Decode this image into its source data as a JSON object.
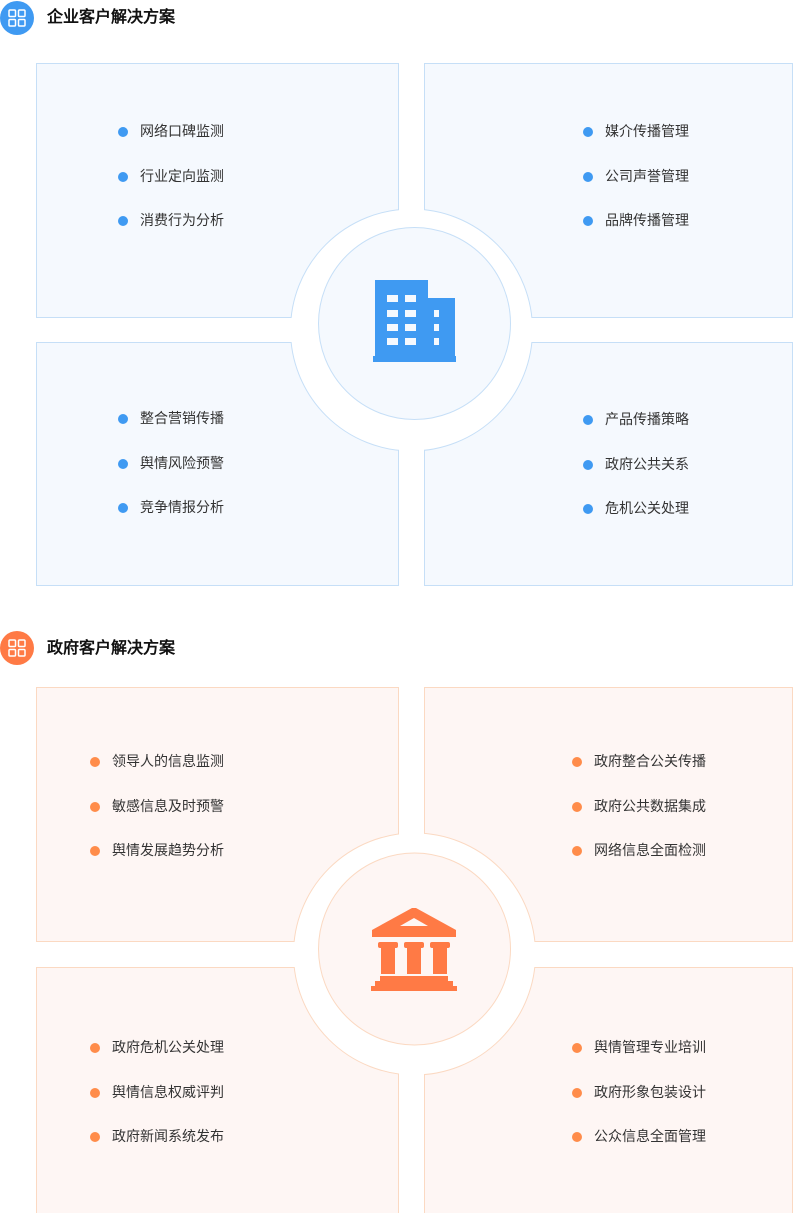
{
  "sections": [
    {
      "title": "企业客户解决方案",
      "accent": "#3f9af2",
      "panel_bg": "#f5f9fe",
      "border": "#c6dff7",
      "header_icon": "grid-icon",
      "center_icon": "building-icon",
      "quadrants": [
        {
          "items": [
            "网络口碑监测",
            "行业定向监测",
            "消费行为分析"
          ]
        },
        {
          "items": [
            "媒介传播管理",
            "公司声誉管理",
            "品牌传播管理"
          ]
        },
        {
          "items": [
            "整合营销传播",
            "舆情风险预警",
            "竞争情报分析"
          ]
        },
        {
          "items": [
            "产品传播策略",
            "政府公共关系",
            "危机公关处理"
          ]
        }
      ]
    },
    {
      "title": "政府客户解决方案",
      "accent": "#ff7a45",
      "panel_bg": "#fef6f4",
      "border": "#fbd9c2",
      "header_icon": "grid-icon",
      "center_icon": "government-building-icon",
      "quadrants": [
        {
          "items": [
            "领导人的信息监测",
            "敏感信息及时预警",
            "舆情发展趋势分析"
          ]
        },
        {
          "items": [
            "政府整合公关传播",
            "政府公共数据集成",
            "网络信息全面检测"
          ]
        },
        {
          "items": [
            "政府危机公关处理",
            "舆情信息权威评判",
            "政府新闻系统发布"
          ]
        },
        {
          "items": [
            "舆情管理专业培训",
            "政府形象包装设计",
            "公众信息全面管理"
          ]
        }
      ]
    }
  ]
}
